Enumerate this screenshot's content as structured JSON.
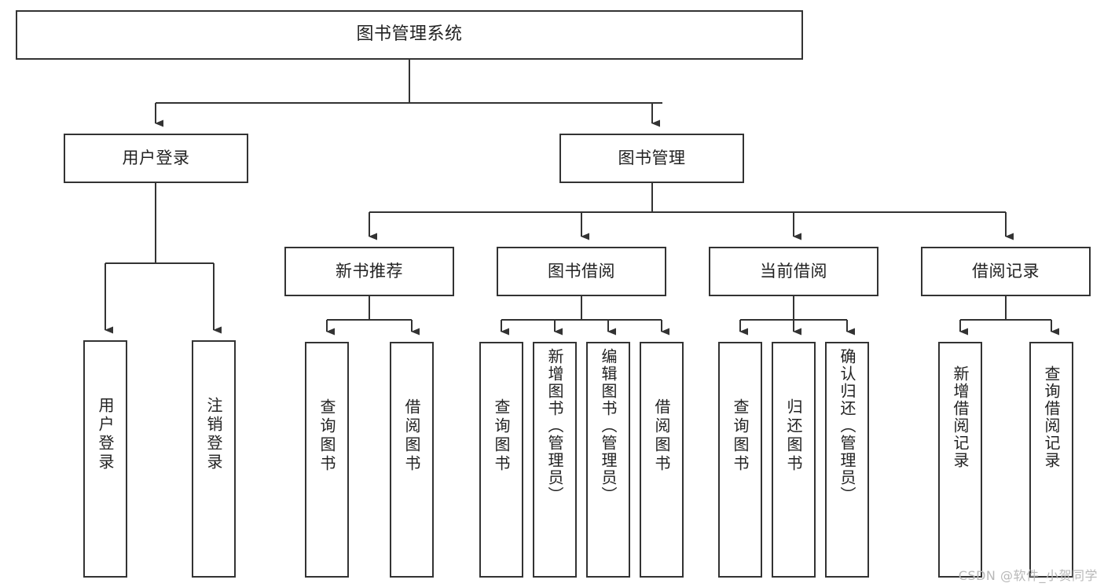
{
  "diagram": {
    "title": "图书管理系统",
    "type": "hierarchy-tree",
    "watermark": "CSDN @软件_小贺同学",
    "colors": {
      "background": "#ffffff",
      "box_fill": "#ffffff",
      "box_border": "#333333",
      "connector": "#333333",
      "text": "#222222",
      "watermark": "#b8b8b8"
    },
    "levels": [
      {
        "level": 1,
        "nodes": [
          {
            "id": "root",
            "label": "图书管理系统",
            "orientation": "horizontal"
          }
        ]
      },
      {
        "level": 2,
        "nodes": [
          {
            "id": "user-login",
            "label": "用户登录",
            "orientation": "horizontal",
            "parent": "root"
          },
          {
            "id": "book-manage",
            "label": "图书管理",
            "orientation": "horizontal",
            "parent": "root"
          }
        ]
      },
      {
        "level": 3,
        "nodes": [
          {
            "id": "new-book-rec",
            "label": "新书推荐",
            "orientation": "horizontal",
            "parent": "book-manage"
          },
          {
            "id": "book-borrow",
            "label": "图书借阅",
            "orientation": "horizontal",
            "parent": "book-manage"
          },
          {
            "id": "current-borrow",
            "label": "当前借阅",
            "orientation": "horizontal",
            "parent": "book-manage"
          },
          {
            "id": "borrow-record",
            "label": "借阅记录",
            "orientation": "horizontal",
            "parent": "book-manage"
          }
        ]
      },
      {
        "level": 4,
        "nodes": [
          {
            "id": "leaf-user-login",
            "label": "用户登录",
            "orientation": "vertical",
            "parent": "user-login"
          },
          {
            "id": "leaf-user-logout",
            "label": "注销登录",
            "orientation": "vertical",
            "parent": "user-login"
          },
          {
            "id": "leaf-query-book-1",
            "label": "查询图书",
            "orientation": "vertical",
            "parent": "new-book-rec"
          },
          {
            "id": "leaf-borrow-book-1",
            "label": "借阅图书",
            "orientation": "vertical",
            "parent": "new-book-rec"
          },
          {
            "id": "leaf-query-book-2",
            "label": "查询图书",
            "orientation": "vertical",
            "parent": "book-borrow"
          },
          {
            "id": "leaf-add-book",
            "label": "新增图书（管理员）",
            "orientation": "vertical",
            "parent": "book-borrow"
          },
          {
            "id": "leaf-edit-book",
            "label": "编辑图书（管理员）",
            "orientation": "vertical",
            "parent": "book-borrow"
          },
          {
            "id": "leaf-borrow-book-2",
            "label": "借阅图书",
            "orientation": "vertical",
            "parent": "book-borrow"
          },
          {
            "id": "leaf-query-book-3",
            "label": "查询图书",
            "orientation": "vertical",
            "parent": "current-borrow"
          },
          {
            "id": "leaf-return-book",
            "label": "归还图书",
            "orientation": "vertical",
            "parent": "current-borrow"
          },
          {
            "id": "leaf-confirm-return",
            "label": "确认归还（管理员）",
            "orientation": "vertical",
            "parent": "current-borrow"
          },
          {
            "id": "leaf-add-record",
            "label": "新增借阅记录",
            "orientation": "vertical",
            "parent": "borrow-record"
          },
          {
            "id": "leaf-query-record",
            "label": "查询借阅记录",
            "orientation": "vertical",
            "parent": "borrow-record"
          }
        ]
      }
    ]
  }
}
